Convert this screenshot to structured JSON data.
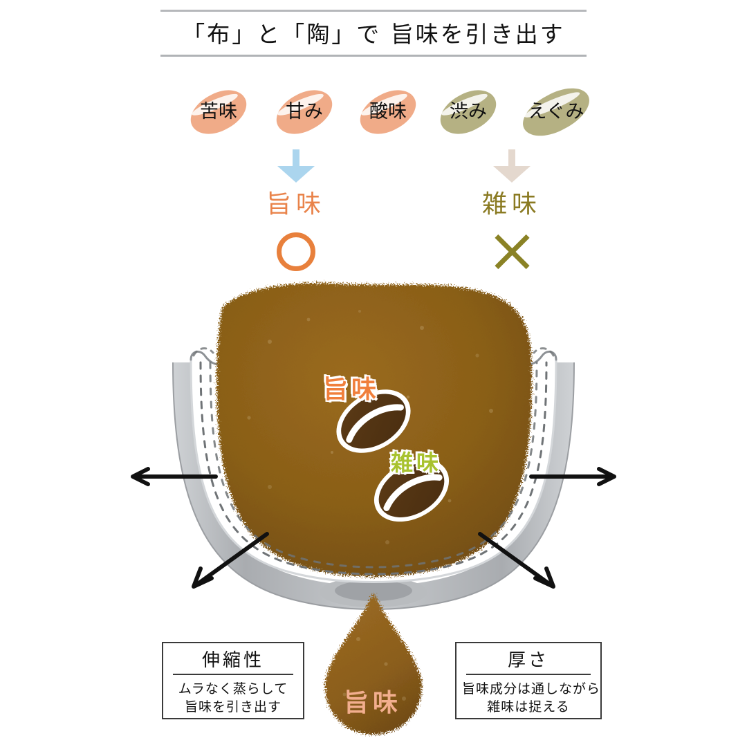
{
  "header": {
    "title": "「布」と「陶」で 旨味を引き出す",
    "rule_color": "#b6b8bb"
  },
  "tastes": {
    "items": [
      {
        "label": "苦味",
        "tone": "peach",
        "color": "#f0ab88"
      },
      {
        "label": "甘み",
        "tone": "peach",
        "color": "#f0ab88"
      },
      {
        "label": "酸味",
        "tone": "peach",
        "color": "#f0ab88"
      },
      {
        "label": "渋み",
        "tone": "olive",
        "color": "#b5b183"
      },
      {
        "label": "えぐみ",
        "tone": "olive",
        "color": "#b5b183"
      }
    ]
  },
  "verdicts": {
    "good": {
      "arrow_color": "#abd5ee",
      "label": "旨味",
      "label_color": "#e9834a",
      "mark": "○",
      "mark_color": "#e8803c"
    },
    "bad": {
      "arrow_color": "#e4d8ce",
      "label": "雑味",
      "label_color": "#8a7a22",
      "mark": "✕",
      "mark_color": "#8a8225"
    }
  },
  "illustration": {
    "grounds_umami_label": "旨味",
    "grounds_umami_color": "#f07f3c",
    "grounds_zatsumi_label": "雑味",
    "grounds_zatsumi_color": "#a8c22e",
    "drop_label": "旨味",
    "drop_label_color": "#f2ae8e",
    "grounds_color": "#8a5f18",
    "ceramic_color": "#b4b7ba",
    "cloth_color": "#ffffff",
    "stitch_color": "#6f7376",
    "expand_arrow_color": "#111111"
  },
  "captions": {
    "left": {
      "heading": "伸縮性",
      "lines": [
        "ムラなく蒸らして",
        "旨味を引き出す"
      ]
    },
    "right": {
      "heading": "厚さ",
      "lines": [
        "旨味成分は通しながら",
        "雑味は捉える"
      ]
    }
  }
}
